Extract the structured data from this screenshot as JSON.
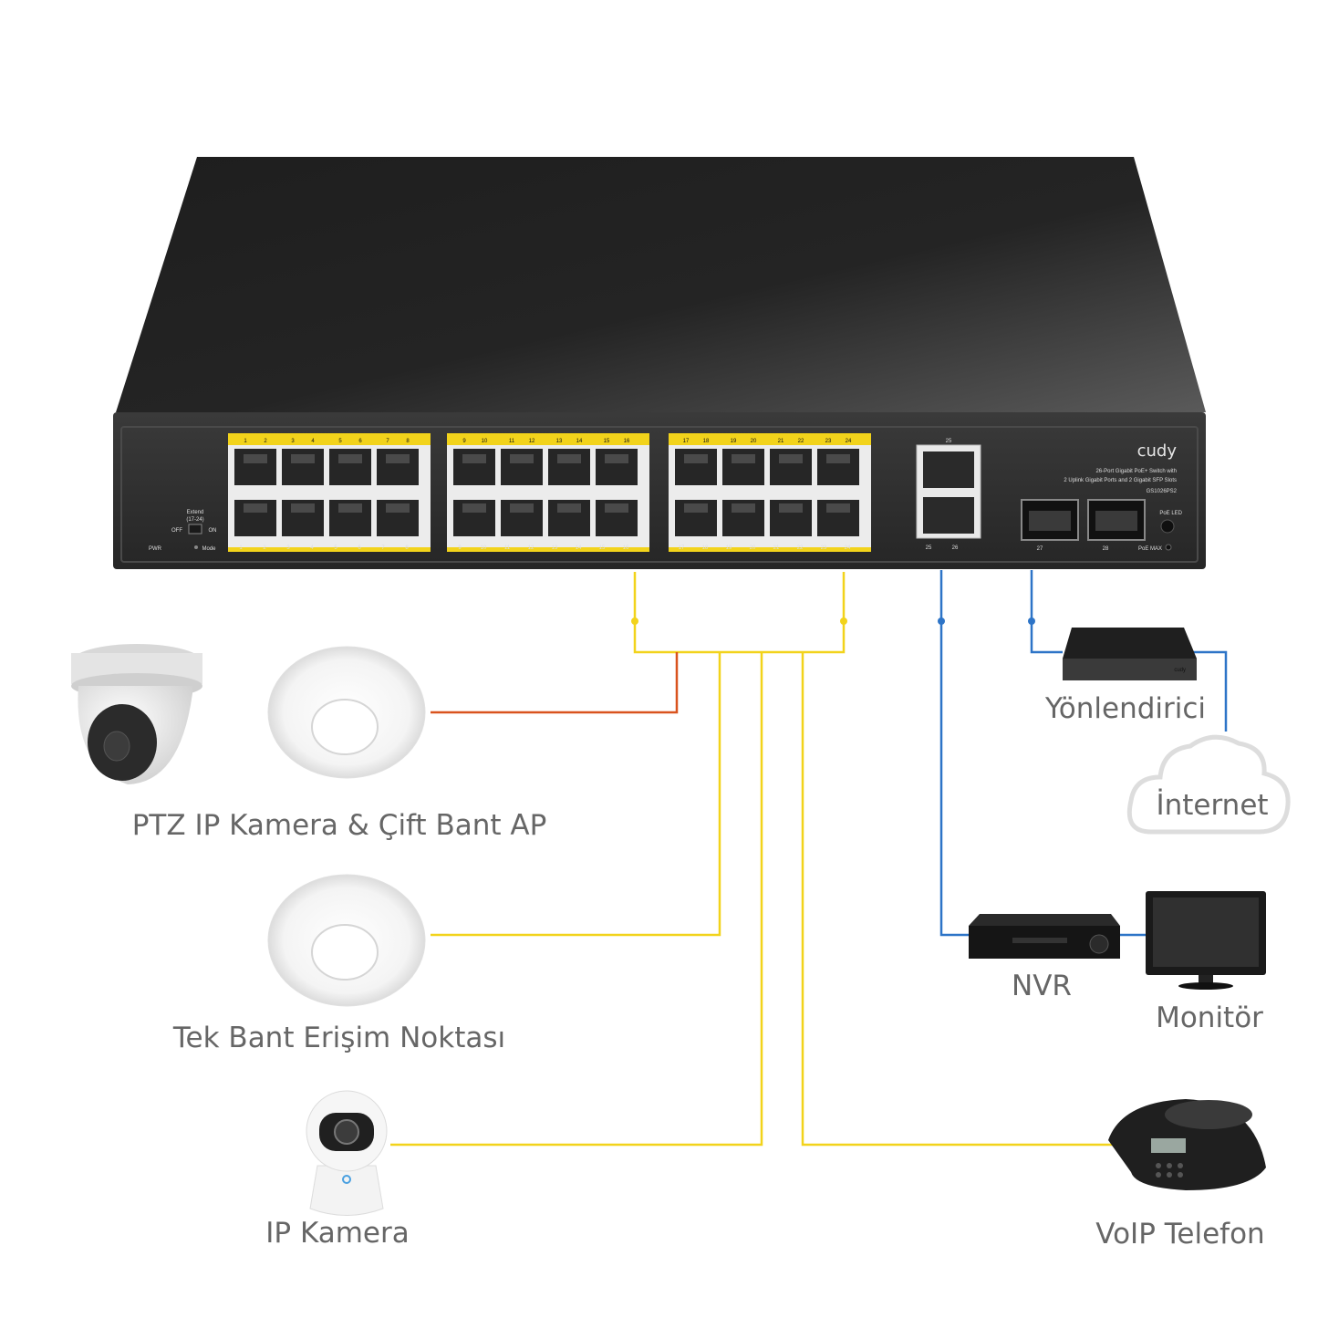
{
  "switch": {
    "brand": "cudy",
    "description_line1": "26-Port Gigabit PoE+ Switch with",
    "description_line2": "2 Uplink Gigabit Ports and 2 Gigabit SFP Slots",
    "model": "GS1026PS2",
    "extend_label": "Extend",
    "extend_range": "(17-24)",
    "off_label": "OFF",
    "on_label": "ON",
    "pwr_label": "PWR",
    "mode_label": "Mode",
    "poe_led_label": "PoE LED",
    "poe_max_label": "PoE MAX",
    "port_labels": [
      "1",
      "2",
      "3",
      "4",
      "5",
      "6",
      "7",
      "8",
      "9",
      "10",
      "11",
      "12",
      "13",
      "14",
      "15",
      "16",
      "17",
      "18",
      "19",
      "20",
      "21",
      "22",
      "23",
      "24",
      "25",
      "26",
      "27",
      "28"
    ]
  },
  "devices": {
    "ptz_camera_ap_label": "PTZ IP Kamera & Çift Bant AP",
    "single_band_ap_label": "Tek Bant Erişim Noktası",
    "ip_camera_label": "IP Kamera",
    "router_label": "Yönlendirici",
    "internet_label": "İnternet",
    "nvr_label": "NVR",
    "monitor_label": "Monitör",
    "voip_label": "VoIP Telefon"
  },
  "colors": {
    "poe_link": "#f2d31b",
    "data_link": "#2d74c7",
    "ptz_link": "#d9531e",
    "switch_body": "#2b2b2b",
    "label_text": "#666666"
  }
}
